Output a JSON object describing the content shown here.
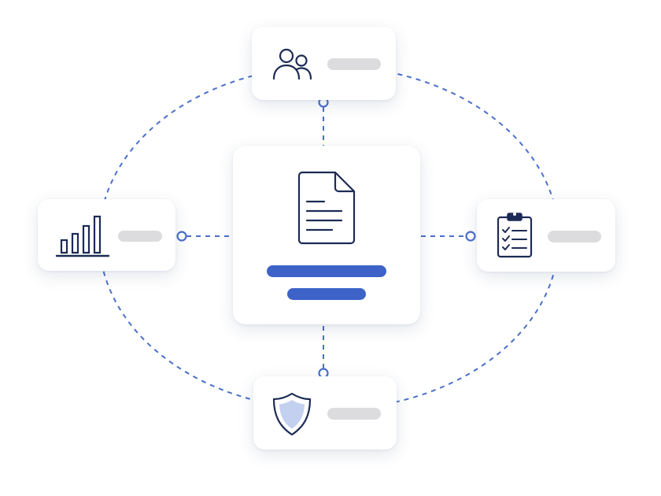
{
  "diagram": {
    "colors": {
      "accent": "#3d63c8",
      "ink": "#1c2b55",
      "connector": "#4a6fcc",
      "placeholder": "#dcdcdf",
      "shield_fill": "#c3d0ef",
      "card": "#ffffff",
      "background": "#ffffff"
    },
    "center": {
      "icon": "document-icon"
    },
    "nodes": [
      {
        "id": "top",
        "icon": "users-icon"
      },
      {
        "id": "left",
        "icon": "bar-chart-icon"
      },
      {
        "id": "right",
        "icon": "checklist-clipboard-icon"
      },
      {
        "id": "bottom",
        "icon": "shield-icon"
      }
    ]
  }
}
